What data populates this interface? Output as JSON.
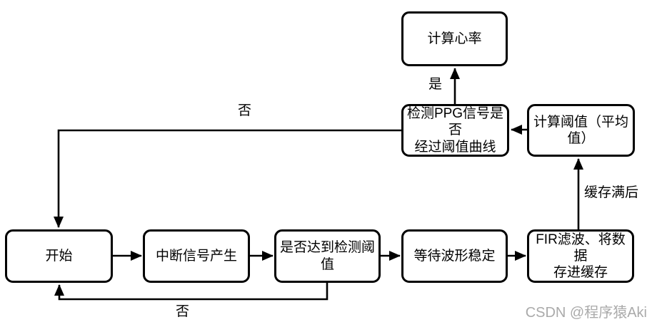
{
  "watermark": "CSDN @程序猿Aki",
  "diagram": {
    "type": "flowchart",
    "nodes": {
      "calc_heart_rate": "计算心率",
      "detect_ppg": "检测PPG信号是否\n经过阈值曲线",
      "calc_threshold": "计算阈值（平均\n值）",
      "start": "开始",
      "interrupt": "中断信号产生",
      "threshold_check": "是否达到检测阈值",
      "wait_stable": "等待波形稳定",
      "fir_filter": "FIR滤波、将数据\n存进缓存"
    },
    "edge_labels": {
      "yes": "是",
      "no_top": "否",
      "no_bottom": "否",
      "buffer_full": "缓存满后"
    },
    "edges": [
      "start -> interrupt",
      "interrupt -> threshold_check",
      "threshold_check -> wait_stable",
      "threshold_check -> start : 否",
      "wait_stable -> fir_filter",
      "fir_filter -> calc_threshold : 缓存满后",
      "calc_threshold -> detect_ppg",
      "detect_ppg -> calc_heart_rate : 是",
      "detect_ppg -> start : 否"
    ],
    "colors": {
      "line": "#000000",
      "node_border": "#000000",
      "node_fill": "#ffffff",
      "background": "#ffffff",
      "text": "#000000",
      "watermark": "#aaaaaa"
    }
  }
}
